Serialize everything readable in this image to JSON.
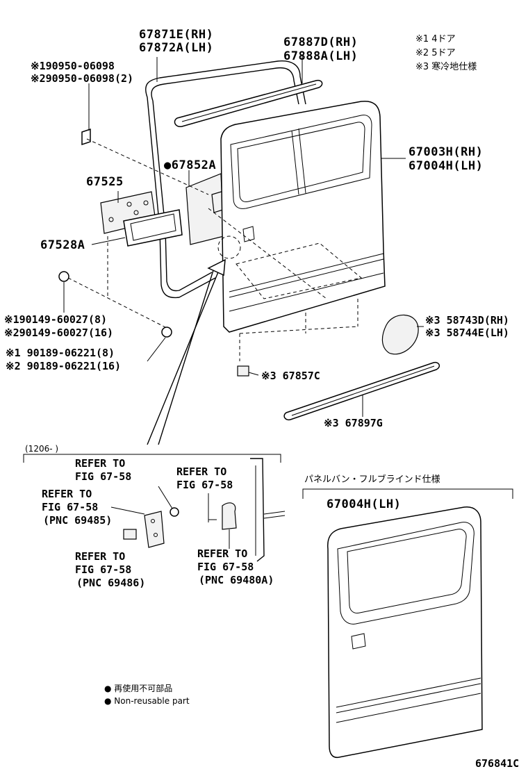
{
  "notes": {
    "n1": "※1 4ドア",
    "n2": "※2 5ドア",
    "n3": "※3 寒冷地仕様"
  },
  "labels": {
    "weatherstrip": [
      "67871E(RH)",
      "67872A(LH)"
    ],
    "bolt": [
      "※190950-06098",
      "※290950-06098(2)"
    ],
    "glass_run": [
      "67887D(RH)",
      "67888A(LH)"
    ],
    "service_hole": "●67852A",
    "door_panel": [
      "67003H(RH)",
      "67004H(LH)"
    ],
    "panel_67525": "67525",
    "panel_67528a": "67528A",
    "clip_a": [
      "※190149-60027(8)",
      "※290149-60027(16)"
    ],
    "clip_b": [
      "※1 90189-06221(8)",
      "※2 90189-06221(16)"
    ],
    "cover": [
      "※3 58743D(RH)",
      "※3 58744E(LH)"
    ],
    "pad": "※3 67857C",
    "moulding": "※3 67897G"
  },
  "detail": {
    "date_range": "(1206-      )",
    "refer_1": [
      "REFER TO",
      "FIG 67-58"
    ],
    "refer_2": [
      "REFER TO",
      "FIG 67-58"
    ],
    "refer_3": [
      "REFER TO",
      "FIG 67-58",
      "(PNC 69485)"
    ],
    "refer_4": [
      "REFER TO",
      "FIG 67-58",
      "(PNC 69486)"
    ],
    "refer_5": [
      "REFER TO",
      "FIG 67-58",
      "(PNC 69480A)"
    ]
  },
  "variant": {
    "title": "パネルバン・フルブラインド仕様",
    "part": "67004H(LH)"
  },
  "legend": {
    "jp": "● 再使用不可部品",
    "en": "● Non-reusable part"
  },
  "figure_id": "676841C"
}
